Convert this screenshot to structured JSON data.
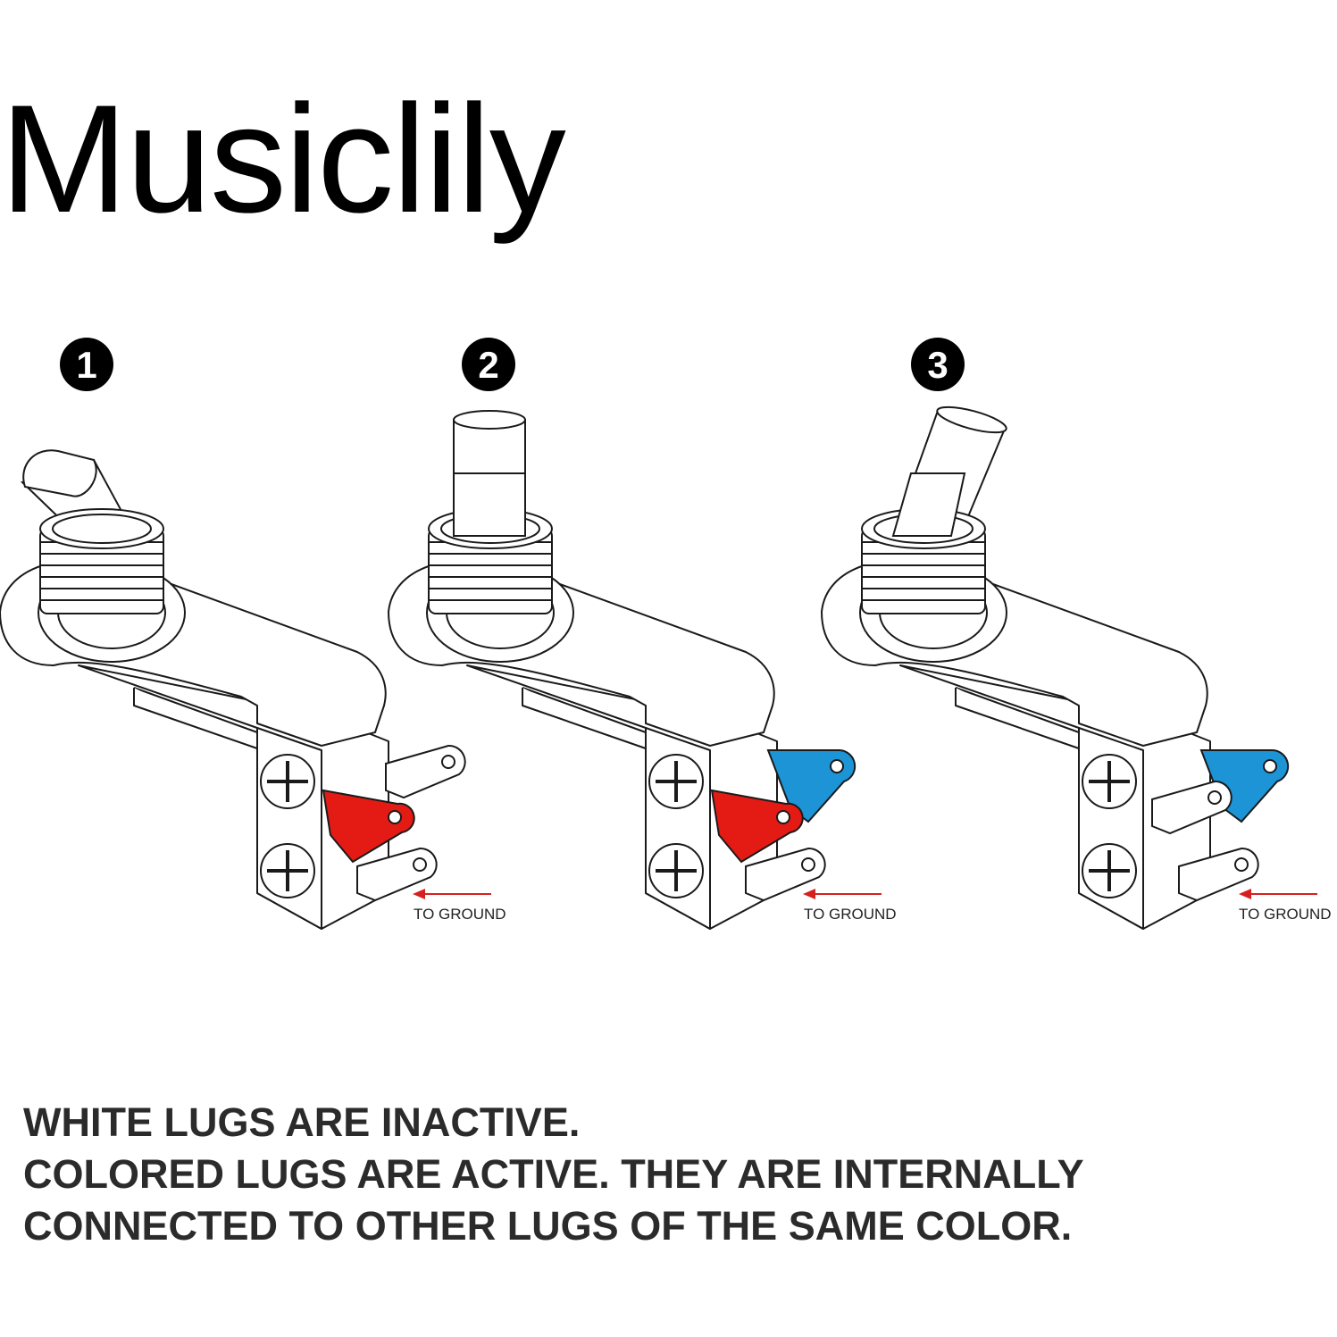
{
  "brand": {
    "name": "Musiclily"
  },
  "switches": [
    {
      "number": "1",
      "ground_label": "TO GROUND"
    },
    {
      "number": "2",
      "ground_label": "TO GROUND"
    },
    {
      "number": "3",
      "ground_label": "TO GROUND"
    }
  ],
  "colors": {
    "red_lug": "#e31b14",
    "blue_lug": "#1c94d6",
    "arrow": "#d62020",
    "outline": "#1a1a1a"
  },
  "notes": {
    "line1": "WHITE LUGS ARE INACTIVE.",
    "line2": "COLORED LUGS ARE ACTIVE. THEY ARE INTERNALLY",
    "line3": "CONNECTED TO OTHER LUGS OF THE SAME COLOR."
  }
}
